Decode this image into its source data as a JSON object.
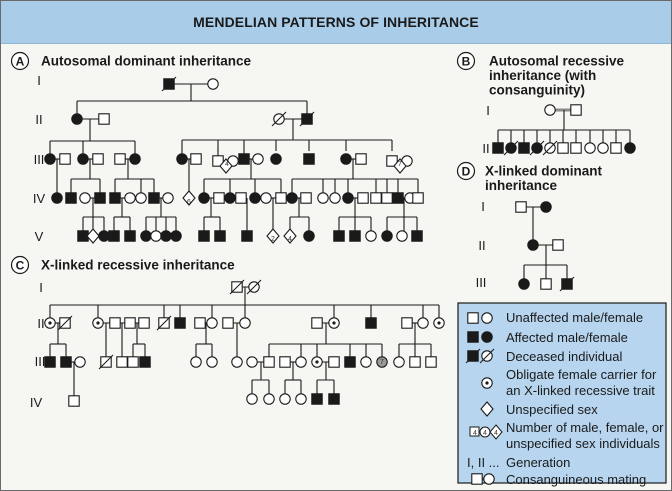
{
  "header": {
    "title": "MENDELIAN PATTERNS OF INHERITANCE"
  },
  "colors": {
    "header_bg": "#a9cde9",
    "legend_bg": "#b7d5ee",
    "panel_bg": "#f6f6f2",
    "line": "#1a1a1a"
  },
  "sections": {
    "A": {
      "badge": "A",
      "title": "Autosomal dominant inheritance",
      "generations": [
        "I",
        "II",
        "III",
        "IV",
        "V"
      ]
    },
    "B": {
      "badge": "B",
      "title_lines": [
        "Autosomal recessive",
        "inheritance (with",
        "consanguinity)"
      ],
      "generations": [
        "I",
        "II"
      ]
    },
    "C": {
      "badge": "C",
      "title": "X-linked recessive inheritance",
      "generations": [
        "I",
        "II",
        "III",
        "IV"
      ]
    },
    "D": {
      "badge": "D",
      "title_lines": [
        "X-linked dominant",
        "inheritance"
      ],
      "generations": [
        "I",
        "II",
        "III"
      ]
    }
  },
  "counts": {
    "A_III_left": "4",
    "A_III_right": "7",
    "A_IV": "6",
    "A_V_1": "2",
    "A_V_2": "4",
    "C_III": "7",
    "legend_m": "4",
    "legend_f": "4",
    "legend_u": "4"
  },
  "legend": {
    "items": [
      {
        "icon": "unaffected-male-female-icon",
        "label": "Unaffected male/female"
      },
      {
        "icon": "affected-male-female-icon",
        "label": "Affected male/female"
      },
      {
        "icon": "deceased-icon",
        "label": "Deceased individual"
      },
      {
        "icon": "carrier-icon",
        "label_lines": [
          "Obligate female carrier for",
          "an X-linked recessive trait"
        ]
      },
      {
        "icon": "unspecified-sex-icon",
        "label": "Unspecified sex"
      },
      {
        "icon": "number-icon",
        "label_lines": [
          "Number of male, female, or",
          "unspecified sex individuals"
        ]
      },
      {
        "icon": "generation-label",
        "symbol": "I, II ...",
        "label": "Generation"
      },
      {
        "icon": "consanguineous-icon",
        "label": "Consanguineous mating"
      }
    ]
  }
}
